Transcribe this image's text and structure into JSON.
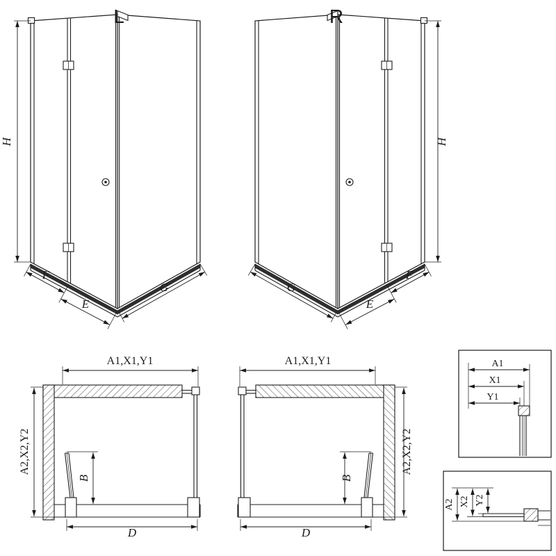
{
  "drawing": {
    "iso_left": {
      "variant": "L",
      "height": "H",
      "fixed": "F",
      "door": "E",
      "side": "G"
    },
    "iso_right": {
      "variant": "R",
      "height": "H",
      "fixed": "F",
      "door": "E",
      "side": "G"
    },
    "plan_left": {
      "width": "A1,X1,Y1",
      "depth": "A2,X2,Y2",
      "swing": "B",
      "opening": "D"
    },
    "plan_right": {
      "width": "A1,X1,Y1",
      "depth": "A2,X2,Y2",
      "swing": "B",
      "opening": "D"
    },
    "detail_width": {
      "dims": [
        "A1",
        "X1",
        "Y1"
      ]
    },
    "detail_depth": {
      "dims": [
        "A2",
        "X2",
        "Y2"
      ]
    }
  }
}
